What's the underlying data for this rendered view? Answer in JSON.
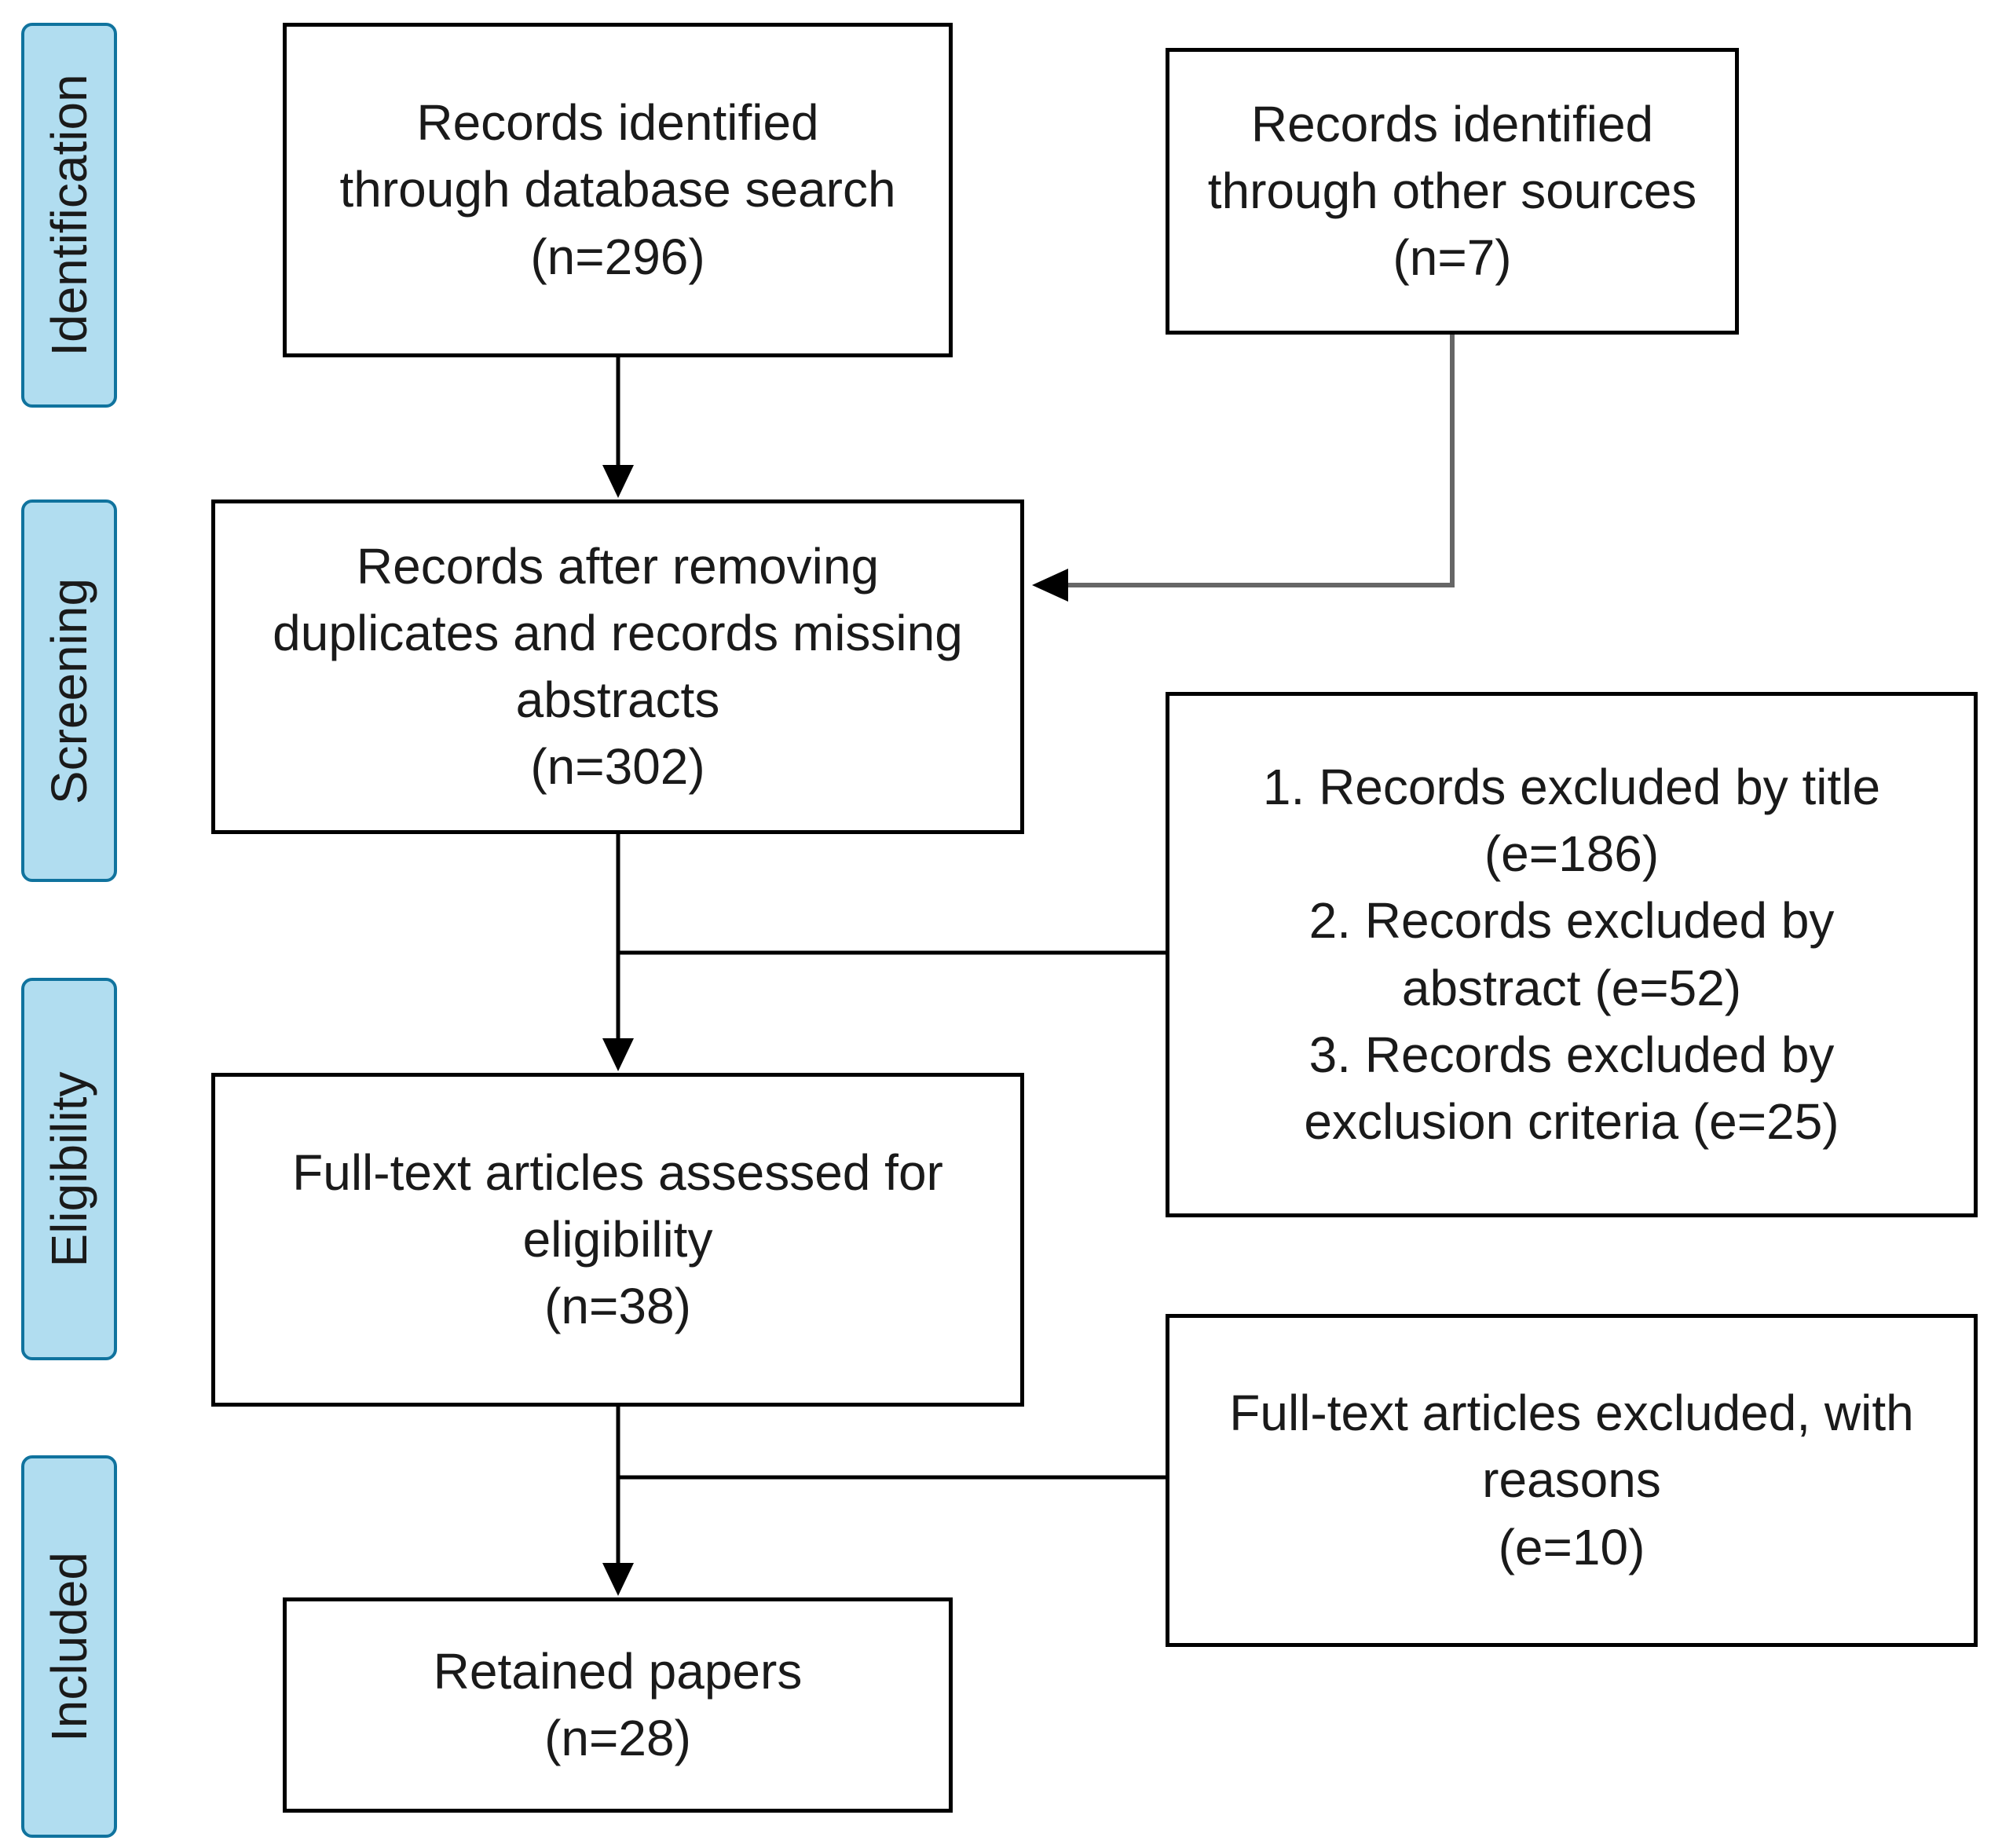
{
  "phases": {
    "identification": "Identification",
    "screening": "Screening",
    "eligibility": "Eligibility",
    "included": "Included"
  },
  "boxes": {
    "database_search": {
      "lines": [
        "Records identified",
        "through database search",
        "(n=296)"
      ]
    },
    "other_sources": {
      "lines": [
        "Records identified",
        "through other sources",
        "(n=7)"
      ]
    },
    "after_dedup": {
      "lines": [
        "Records after removing",
        "duplicates and records missing",
        "abstracts",
        "(n=302)"
      ]
    },
    "screening_exclusions": {
      "lines": [
        "1. Records excluded by title",
        "(e=186)",
        "2. Records excluded by",
        "abstract (e=52)",
        "3. Records excluded by",
        "exclusion criteria (e=25)"
      ]
    },
    "full_text_assessed": {
      "lines": [
        "Full-text articles assessed for",
        "eligibility",
        "(n=38)"
      ]
    },
    "full_text_excluded": {
      "lines": [
        "Full-text articles excluded, with",
        "reasons",
        "(e=10)"
      ]
    },
    "retained": {
      "lines": [
        "Retained papers",
        "(n=28)"
      ]
    }
  },
  "colors": {
    "phase_fill": "#b1ddf0",
    "phase_border": "#10739e",
    "box_border": "#000000",
    "arrow_dark": "#000000",
    "arrow_grey": "#666666"
  }
}
